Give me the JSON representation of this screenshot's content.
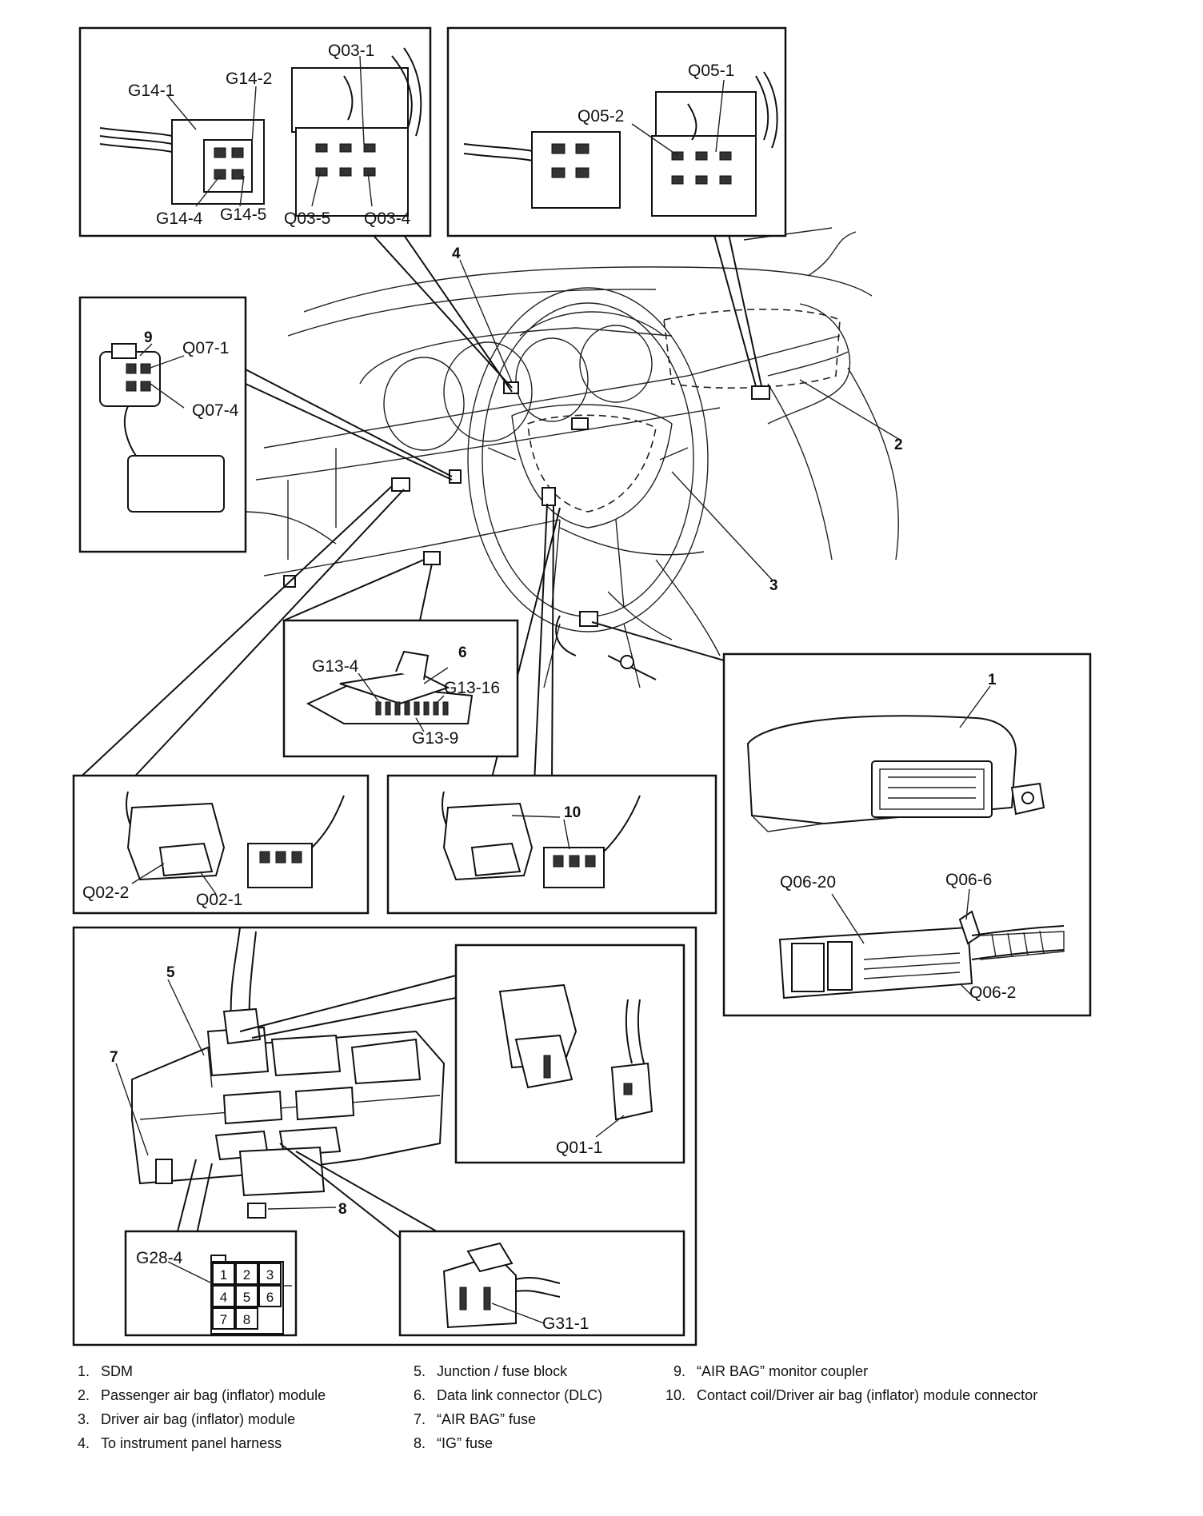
{
  "labels": {
    "g14_1": "G14-1",
    "g14_2": "G14-2",
    "g14_4": "G14-4",
    "g14_5": "G14-5",
    "q03_1": "Q03-1",
    "q03_5": "Q03-5",
    "q03_4": "Q03-4",
    "q05_1": "Q05-1",
    "q05_2": "Q05-2",
    "q07_1": "Q07-1",
    "q07_4": "Q07-4",
    "g13_4": "G13-4",
    "g13_16": "G13-16",
    "g13_9": "G13-9",
    "q02_2": "Q02-2",
    "q02_1": "Q02-1",
    "q06_20": "Q06-20",
    "q06_6": "Q06-6",
    "q06_2": "Q06-2",
    "q01_1": "Q01-1",
    "g28_4": "G28-4",
    "g31_1": "G31-1"
  },
  "callouts": {
    "c1": "1",
    "c2": "2",
    "c3": "3",
    "c4": "4",
    "c5": "5",
    "c6": "6",
    "c7": "7",
    "c8": "8",
    "c9": "9",
    "c10": "10"
  },
  "fuse_cells": [
    "1",
    "2",
    "3",
    "4",
    "5",
    "6",
    "7",
    "8"
  ],
  "legend": [
    {
      "num": "1.",
      "text": "SDM"
    },
    {
      "num": "2.",
      "text": "Passenger air bag (inflator) module"
    },
    {
      "num": "3.",
      "text": "Driver air bag (inflator) module"
    },
    {
      "num": "4.",
      "text": "To instrument panel harness"
    },
    {
      "num": "5.",
      "text": "Junction / fuse block"
    },
    {
      "num": "6.",
      "text": "Data link connector (DLC)"
    },
    {
      "num": "7.",
      "text": "“AIR BAG” fuse"
    },
    {
      "num": "8.",
      "text": "“IG” fuse"
    },
    {
      "num": "9.",
      "text": "“AIR BAG” monitor coupler"
    },
    {
      "num": "10.",
      "text": "Contact coil/Driver air bag (inflator) module connector"
    }
  ]
}
